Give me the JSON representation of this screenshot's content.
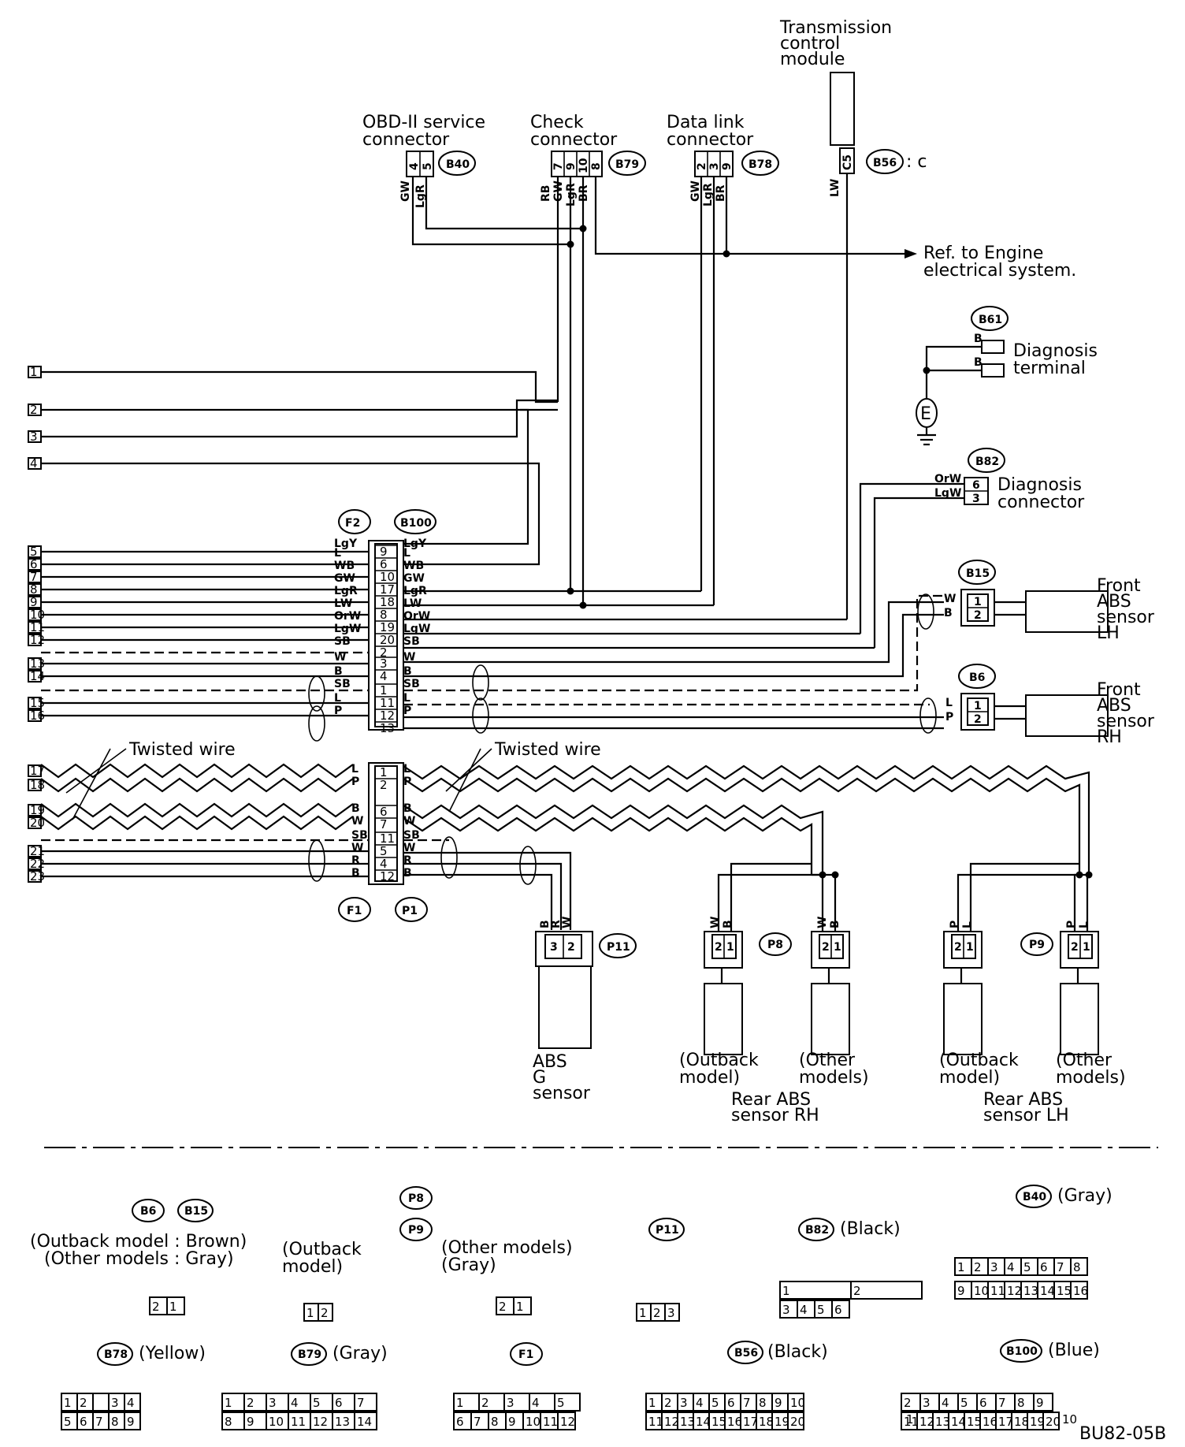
{
  "components": {
    "tcm": [
      "Transmission",
      "control",
      "module"
    ],
    "obd": [
      "OBD-II service",
      "connector"
    ],
    "check": [
      "Check",
      "connector"
    ],
    "datalink": [
      "Data link",
      "connector"
    ],
    "ref_engine": [
      "Ref. to Engine",
      "electrical system."
    ],
    "diag_terminal": [
      "Diagnosis",
      "terminal"
    ],
    "diag_connector": [
      "Diagnosis",
      "connector"
    ],
    "front_lh": [
      "Front",
      "ABS",
      "sensor",
      "LH"
    ],
    "front_rh": [
      "Front",
      "ABS",
      "sensor",
      "RH"
    ],
    "twisted": "Twisted wire",
    "g_sensor": [
      "ABS",
      "G",
      "sensor"
    ],
    "outback": [
      "(Outback",
      "model)"
    ],
    "other": [
      "(Other",
      "models)"
    ],
    "rear_rh": [
      "Rear ABS",
      "sensor RH"
    ],
    "rear_lh": [
      "Rear ABS",
      "sensor LH"
    ],
    "suffix_c": ": c",
    "ground": "E"
  },
  "connector_ids": {
    "B40": "B40",
    "B79": "B79",
    "B78": "B78",
    "B56": "B56",
    "B61": "B61",
    "B82": "B82",
    "B15": "B15",
    "B6": "B6",
    "F2": "F2",
    "B100": "B100",
    "F1": "F1",
    "P1": "P1",
    "P11": "P11",
    "P8": "P8",
    "P9": "P9"
  },
  "pin_numbers": {
    "b40": [
      "4",
      "5"
    ],
    "b79": [
      "7",
      "9",
      "10",
      "8"
    ],
    "b78": [
      "2",
      "3",
      "9"
    ],
    "b56": "C5",
    "b82": [
      "6",
      "3"
    ],
    "sensor2": [
      "1",
      "2"
    ],
    "f2_b100": [
      "9",
      "6",
      "10",
      "17",
      "18",
      "8",
      "19",
      "20",
      "2",
      "3",
      "4",
      "1",
      "11",
      "12",
      "13"
    ],
    "f1_p1": [
      "1",
      "2",
      "6",
      "7",
      "11",
      "5",
      "4",
      "12"
    ],
    "p11": [
      "3",
      "2"
    ],
    "rear": [
      "2",
      "1"
    ]
  },
  "wire_colors": {
    "b40": [
      "GW",
      "LgR"
    ],
    "b79": [
      "RB",
      "GW",
      "LgR",
      "BR"
    ],
    "b78": [
      "GW",
      "LgR",
      "BR"
    ],
    "b56": "LW",
    "b61": [
      "B",
      "B"
    ],
    "b82": [
      "OrW",
      "LgW"
    ],
    "b15": [
      "W",
      "B"
    ],
    "b6": [
      "L",
      "P"
    ],
    "f2_left": [
      "LgY",
      "L",
      "WB",
      "GW",
      "LgR",
      "LW",
      "OrW",
      "LgW",
      "SB",
      "W",
      "B",
      "SB",
      "L",
      "P"
    ],
    "b100_right": [
      "LgY",
      "L",
      "WB",
      "GW",
      "LgR",
      "LW",
      "OrW",
      "LgW",
      "SB",
      "W",
      "B",
      "SB",
      "L",
      "P"
    ],
    "f1_left": [
      "L",
      "P",
      "B",
      "W",
      "SB",
      "W",
      "R",
      "B"
    ],
    "p1_right": [
      "L",
      "P",
      "B",
      "W",
      "SB",
      "W",
      "R",
      "B"
    ],
    "p11": [
      "B",
      "R",
      "W"
    ],
    "p8": [
      "W",
      "B"
    ],
    "p9": [
      "P",
      "L"
    ]
  },
  "row_numbers": [
    "1",
    "2",
    "3",
    "4",
    "5",
    "6",
    "7",
    "8",
    "9",
    "10",
    "11",
    "12",
    "13",
    "14",
    "15",
    "16",
    "17",
    "18",
    "19",
    "20",
    "21",
    "22",
    "23"
  ],
  "legend": {
    "b6_b15_text": [
      "(Outback model : Brown)",
      "(Other models : Gray)"
    ],
    "p8_outback": [
      "(Outback",
      "model)"
    ],
    "p8_other": [
      "(Other models)",
      "(Gray)"
    ],
    "b82_color": "(Black)",
    "b40_color": "(Gray)",
    "b78_color": "(Yellow)",
    "b79_color": "(Gray)",
    "b56_color": "(Black)",
    "b100_color": "(Blue)"
  },
  "legend_pins": {
    "b6": [
      "2",
      "1"
    ],
    "p8_out": [
      "1",
      "2"
    ],
    "p8_oth": [
      "2",
      "1"
    ],
    "p11": [
      "1",
      "2",
      "3"
    ],
    "b82_top": [
      "1",
      "2"
    ],
    "b82_bot": [
      "3",
      "4",
      "5",
      "6"
    ],
    "b40_top": [
      "1",
      "2",
      "3",
      "4",
      "5",
      "6",
      "7",
      "8"
    ],
    "b40_bot": [
      "9",
      "10",
      "11",
      "12",
      "13",
      "14",
      "15",
      "16"
    ],
    "b78_top": [
      "1",
      "2",
      "",
      "3",
      "4"
    ],
    "b78_bot": [
      "5",
      "6",
      "7",
      "8",
      "9"
    ],
    "b79_top": [
      "1",
      "2",
      "3",
      "4",
      "5",
      "6",
      "7"
    ],
    "b79_bot": [
      "8",
      "9",
      "10",
      "11",
      "12",
      "13",
      "14"
    ],
    "f1_top": [
      "1",
      "2",
      "3",
      "4",
      "5"
    ],
    "f1_bot": [
      "6",
      "7",
      "8",
      "9",
      "10",
      "11",
      "12"
    ],
    "b56_top": [
      "1",
      "2",
      "3",
      "4",
      "5",
      "6",
      "7",
      "8",
      "9",
      "10"
    ],
    "b56_bot": [
      "11",
      "12",
      "13",
      "14",
      "15",
      "16",
      "17",
      "18",
      "19",
      "20"
    ],
    "b100_first": "1",
    "b100_top": [
      "2",
      "3",
      "4",
      "5",
      "6",
      "7",
      "8",
      "9"
    ],
    "b100_bot": [
      "11",
      "12",
      "13",
      "14",
      "15",
      "16",
      "17",
      "18",
      "19",
      "20"
    ],
    "b100_last": "10"
  },
  "diagram_code": "BU82-05B"
}
